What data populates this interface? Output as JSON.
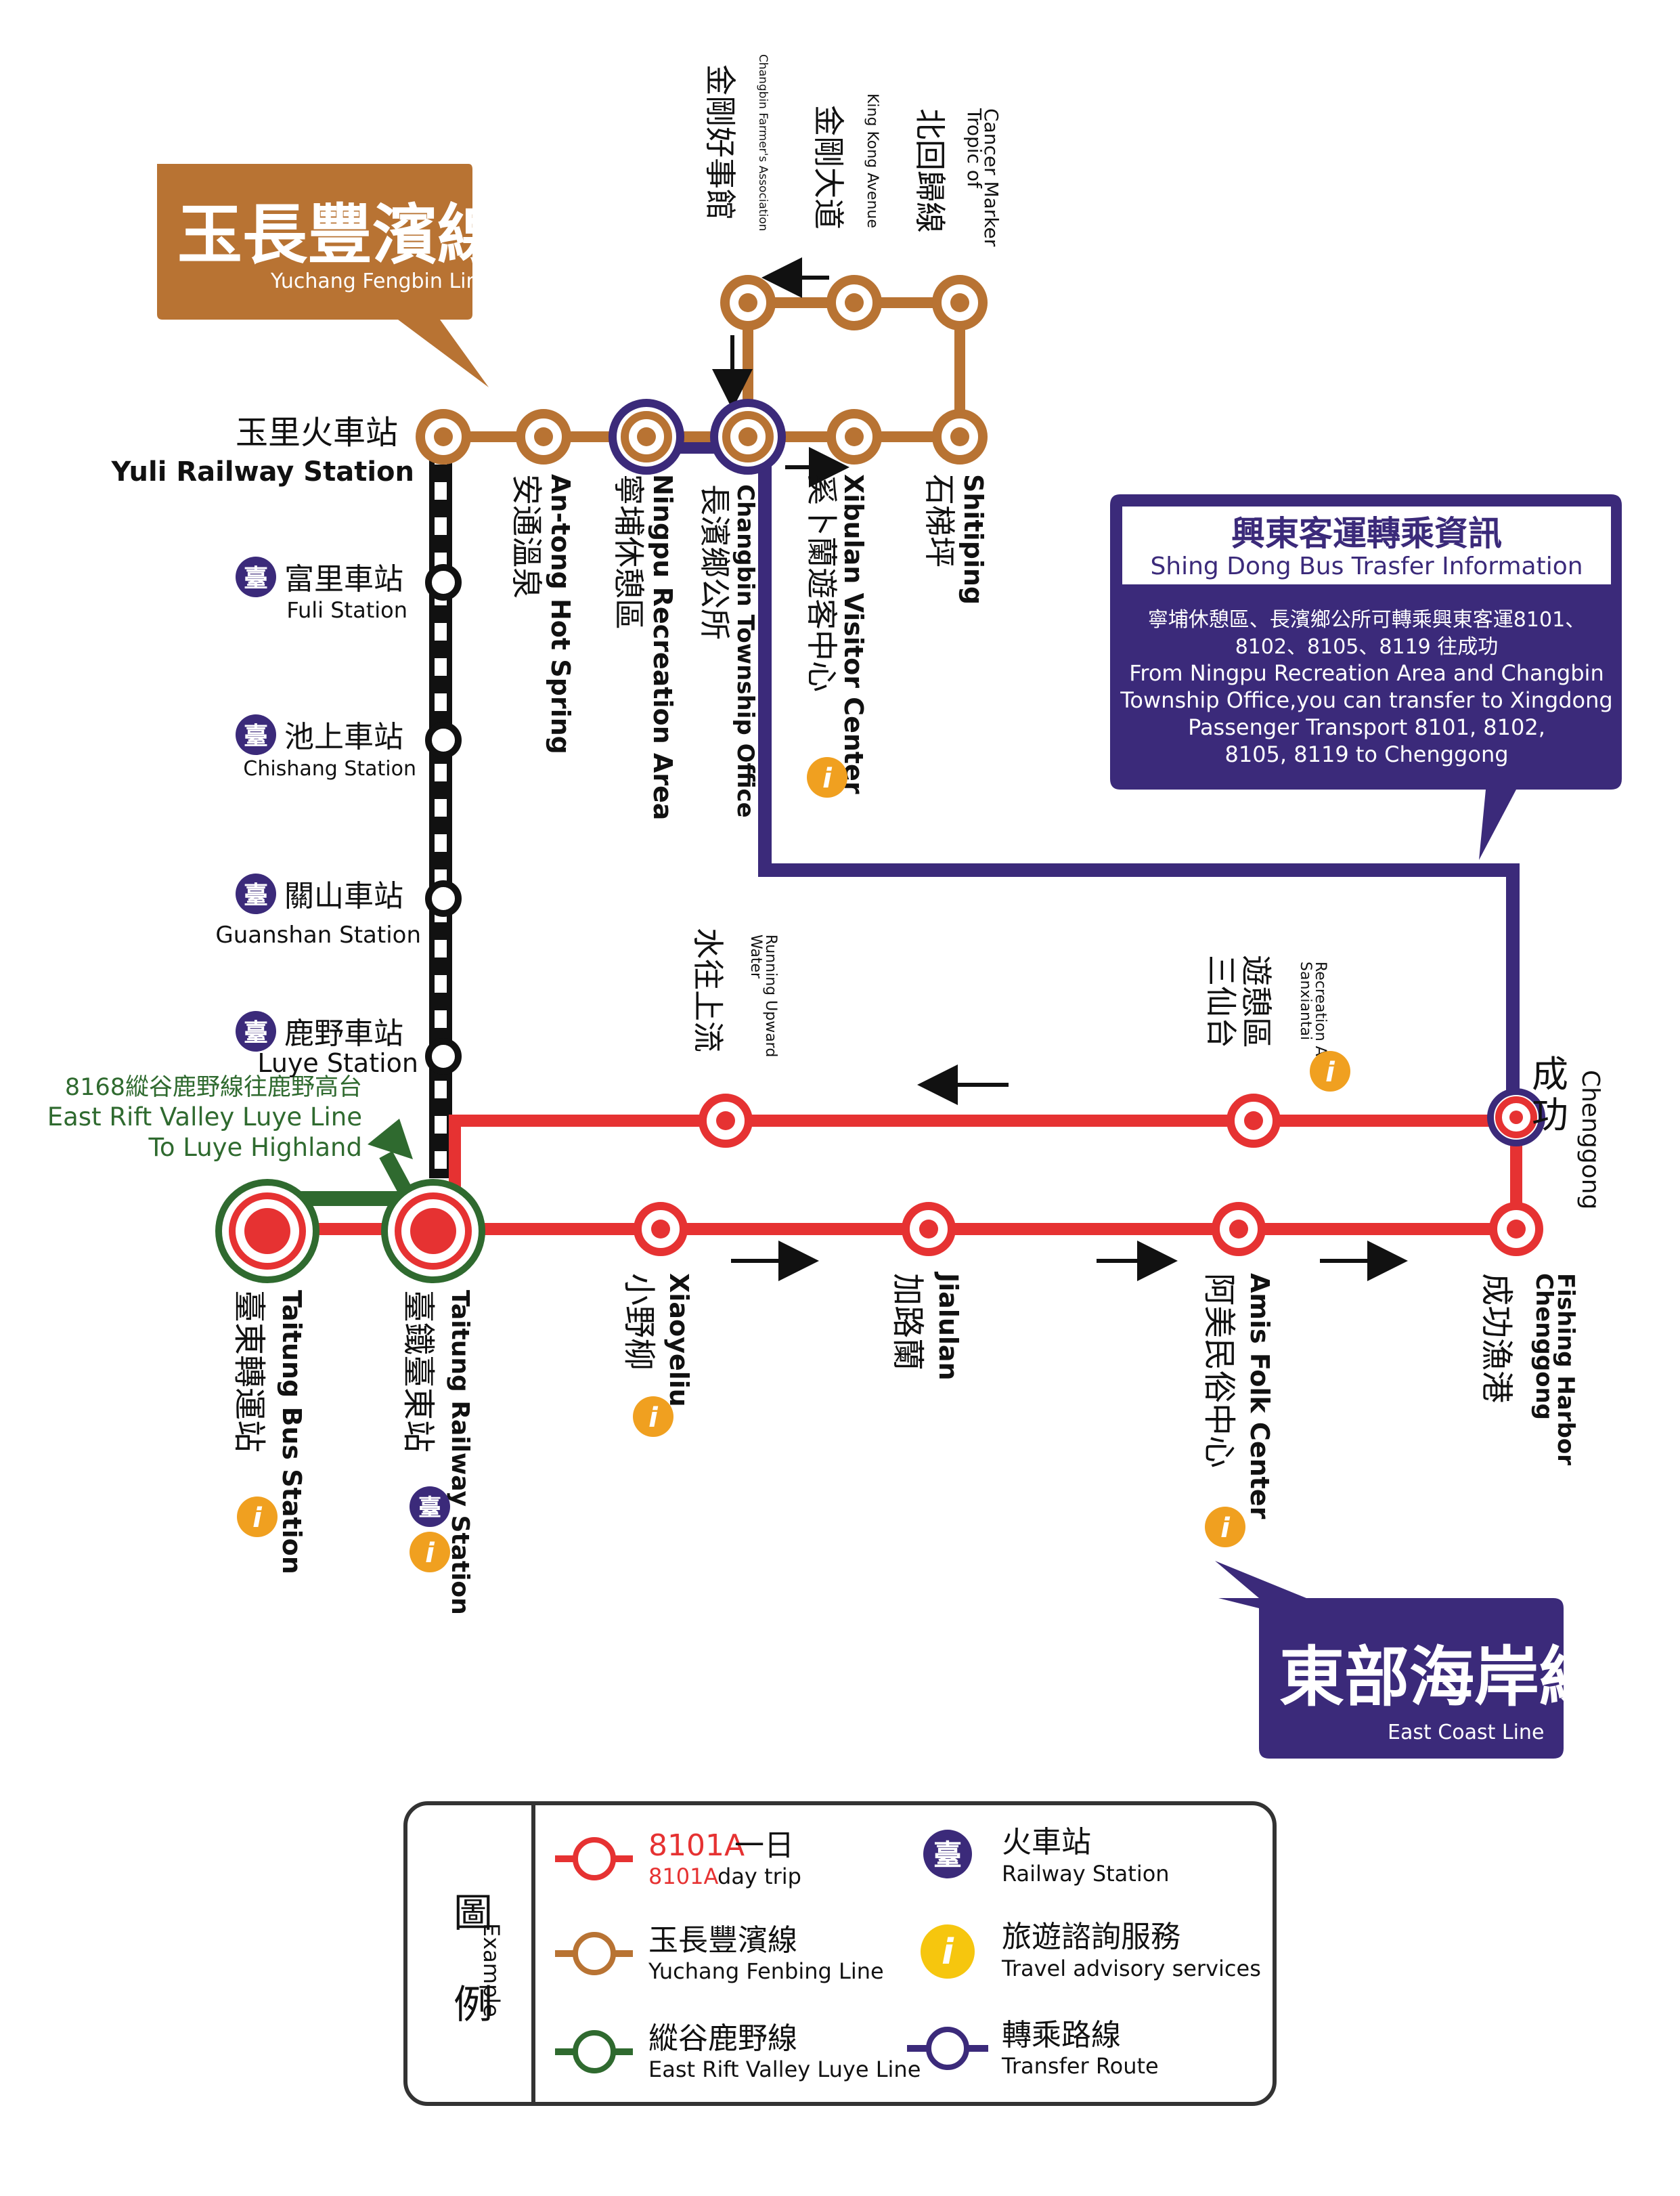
{
  "colors": {
    "yuchang": "#b87333",
    "transfer": "#3b2a7a",
    "trip": "#e63232",
    "luye": "#2f6a2f",
    "info": "#f0a020",
    "rail": "#111111"
  },
  "labels": {
    "yuchang_title": "玉長豐濱線",
    "yuchang_title_en": "Yuchang Fengbin Line",
    "eastcoast_title": "東部海岸線",
    "eastcoast_title_en": "East Coast Line",
    "shingdong_title": "興東客運轉乘資訊",
    "shingdong_title_en": "Shing Dong Bus Trasfer Information",
    "shingdong_body_zh1": "寧埔休憩區、長濱鄉公所可轉乘興東客運8101、",
    "shingdong_body_zh2": "8102、8105、8119 往成功",
    "shingdong_body_en1": "From Ningpu Recreation Area and Changbin",
    "shingdong_body_en2": "Township Office,you can transfer to Xingdong",
    "shingdong_body_en3": "Passenger Transport 8101, 8102,",
    "shingdong_body_en4": "8105, 8119 to Chenggong",
    "luye_zh": "8168縱谷鹿野線往鹿野高台",
    "luye_en1": "East Rift Valley Luye Line",
    "luye_en2": "To Luye Highland",
    "rail_glyph": "臺"
  },
  "stations": {
    "yuli_zh": "玉里火車站",
    "yuli_en": "Yuli Railway Station",
    "fuli_zh": "富里車站",
    "fuli_en": "Fuli Station",
    "chishang_zh": "池上車站",
    "chishang_en": "Chishang Station",
    "guanshan_zh": "關山車站",
    "guanshan_en": "Guanshan Station",
    "luye_zh": "鹿野車站",
    "luye_en": "Luye Station",
    "antong_zh": "安通溫泉",
    "antong_en": "An-tong Hot Spring",
    "ningpu_zh": "寧埔休憩區",
    "ningpu_en": "Ningpu Recreation Area",
    "changbin_zh": "長濱鄉公所",
    "changbin_en": "Changbin Township Office",
    "xibulan_zh": "奚卜蘭遊客中心",
    "xibulan_en": "Xibulan Visitor Center",
    "shitiping_zh": "石梯坪",
    "shitiping_en": "Shitiping",
    "jingang_farm_zh": "金剛好事館",
    "jingang_farm_en": "Changbin Farmer's Association",
    "kingkong_zh": "金剛大道",
    "kingkong_en": "King Kong Avenue",
    "tropic_zh": "北回歸線",
    "tropic_en1": "Tropic of",
    "tropic_en2": "Cancer Marker",
    "water_zh": "水往上流",
    "water_en1": "Water",
    "water_en2": "Running Upward",
    "sanxian_zh1": "三仙台",
    "sanxian_zh2": "遊憩區",
    "sanxian_en1": "Sanxiantai",
    "sanxian_en2": "Recreation Area",
    "chenggong_zh": "成功",
    "chenggong_en": "Chenggong",
    "taitung_bus_zh": "臺東轉運站",
    "taitung_bus_en": "Taitung Bus Station",
    "taitung_rail_zh": "臺鐵臺東站",
    "taitung_rail_en": "Taitung Railway Station",
    "xiaoyeliu_zh": "小野柳",
    "xiaoyeliu_en": "Xiaoyeliu",
    "jialulan_zh": "加路蘭",
    "jialulan_en": "Jialulan",
    "amis_zh": "阿美民俗中心",
    "amis_en": "Amis Folk Center",
    "harbor_zh": "成功漁港",
    "harbor_en1": "Chenggong",
    "harbor_en2": "Fishing Harbor"
  },
  "legend": {
    "title_zh1": "圖",
    "title_zh2": "例",
    "title_en": "Example",
    "items": [
      {
        "zh_code": "8101A",
        "zh": "一日",
        "en_code": "8101A",
        "en": "day trip"
      },
      {
        "zh": "玉長豐濱線",
        "en": "Yuchang Fenbing Line"
      },
      {
        "zh": "縱谷鹿野線",
        "en": "East Rift Valley Luye Line"
      },
      {
        "zh": "火車站",
        "en": "Railway Station"
      },
      {
        "zh": "旅遊諮詢服務",
        "en": "Travel advisory services"
      },
      {
        "zh": "轉乘路線",
        "en": "Transfer Route"
      }
    ]
  }
}
